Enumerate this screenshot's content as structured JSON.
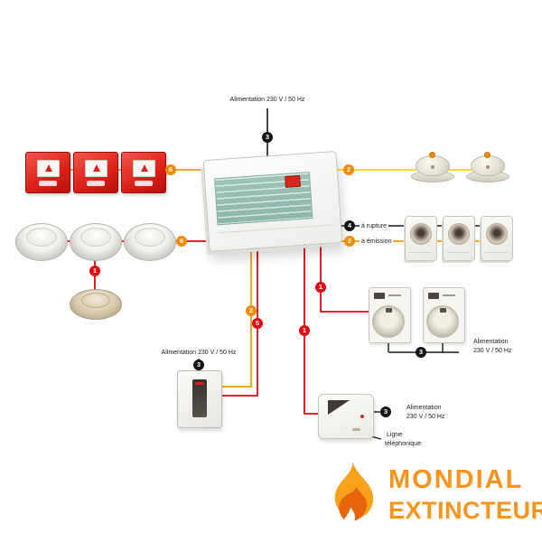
{
  "labels": {
    "power_top": "Alimentation 230 V / 50 Hz",
    "power_psu": "Alimentation 230 V / 50 Hz",
    "power_door_line1": "Alimentation",
    "power_door_line2": "230 V / 50 Hz",
    "power_phone_line1": "Alimentation",
    "power_phone_line2": "230 V / 50 Hz",
    "phone_line1": "Ligne",
    "phone_line2": "téléphonique",
    "rupture": "à rupture",
    "emission": "à émission"
  },
  "badges": {
    "top_power": "3",
    "call_points": "6",
    "smoke_loop": "6",
    "smoke_branch": "1",
    "sirens": "2",
    "rupture": "4",
    "emission": "2",
    "door_feed": "1",
    "psu_line_orange": "2",
    "psu_line_red": "5",
    "phone_feed": "1",
    "psu_power": "3",
    "door_power": "3",
    "phone_power": "3"
  },
  "logo": {
    "line1": "MONDIAL",
    "line2": "EXTINCTEUR",
    "text_color": "#F7941D"
  },
  "colors": {
    "orange_line": "#F59C00",
    "yellow_line": "#FFD200",
    "red_line": "#E30613",
    "black_line": "#1A1A1A",
    "badge_orange": "#F08A00",
    "badge_red": "#E30613",
    "badge_black": "#141414",
    "flame_light": "#F9A11B",
    "flame_dark": "#E8650D",
    "callpoint_red": "#DC1F17",
    "panel_sticker_teal": "#93BDB3"
  }
}
